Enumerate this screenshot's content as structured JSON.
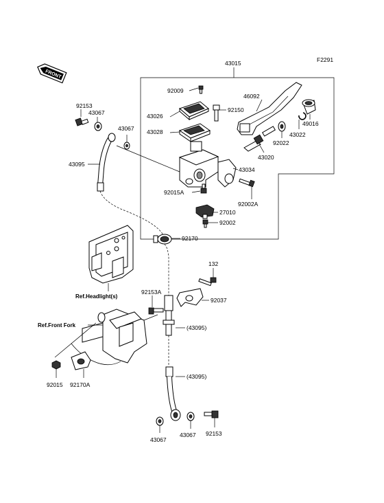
{
  "diagram_code": "F2291",
  "front_badge": "FRONT",
  "labels": {
    "l43015": "43015",
    "l92009": "92009",
    "l46092": "46092",
    "l43026": "43026",
    "l92150": "92150",
    "l43028": "43028",
    "l43022": "43022",
    "l49016": "49016",
    "l92022": "92022",
    "l43020": "43020",
    "l43034": "43034",
    "l92015A": "92015A",
    "l92002A": "92002A",
    "l27010": "27010",
    "l92002": "92002",
    "l92153_top": "92153",
    "l43067_top": "43067",
    "l43067_mid": "43067",
    "l43095": "43095",
    "l92170": "92170",
    "l132": "132",
    "l92037": "92037",
    "l92153A": "92153A",
    "l43095_p1": "(43095)",
    "l43095_p2": "(43095)",
    "l92015": "92015",
    "l92170A": "92170A",
    "l43067_bl": "43067",
    "l43067_br": "43067",
    "l92153_br": "92153"
  },
  "refs": {
    "headlight": "Ref.Headlight(s)",
    "front_fork": "Ref.Front Fork"
  }
}
